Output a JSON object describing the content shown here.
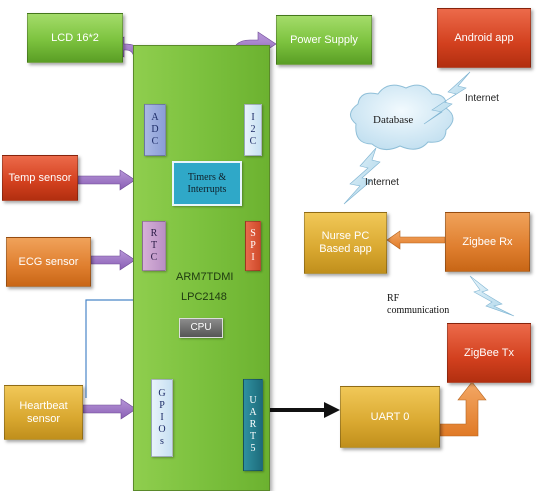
{
  "blocks": {
    "lcd": "LCD 16*2",
    "power": "Power Supply",
    "android": "Android app",
    "temp": "Temp sensor",
    "ecg": "ECG sensor",
    "heartbeat": "Heartbeat sensor",
    "nurse": "Nurse PC Based app",
    "zigbee_rx": "Zigbee Rx",
    "zigbee_tx": "ZigBee Tx",
    "uart0": "UART 0"
  },
  "mcu": {
    "name_line1": "ARM7TDMI",
    "name_line2": "LPC2148",
    "cpu": "CPU",
    "timers": "Timers & Interrupts",
    "adc": [
      "A",
      "D",
      "C"
    ],
    "i2c": [
      "I",
      "2",
      "C"
    ],
    "rtc": [
      "R",
      "T",
      "C"
    ],
    "spi": [
      "S",
      "P",
      "I"
    ],
    "gpios": [
      "G",
      "P",
      "I",
      "O",
      "s"
    ],
    "uart5": [
      "U",
      "A",
      "R",
      "T",
      "5"
    ]
  },
  "labels": {
    "internet_top": "Internet",
    "database": "Database",
    "internet_mid": "Internet",
    "rf_line1": "RF",
    "rf_line2": "communication"
  },
  "colors": {
    "green": "#7cc23e",
    "red": "#d2401e",
    "orange": "#df7e2e",
    "purple_arrow": "#9a6fc0",
    "teal_timers": "#2fa8c8",
    "cloud": "#d7ecf6"
  }
}
